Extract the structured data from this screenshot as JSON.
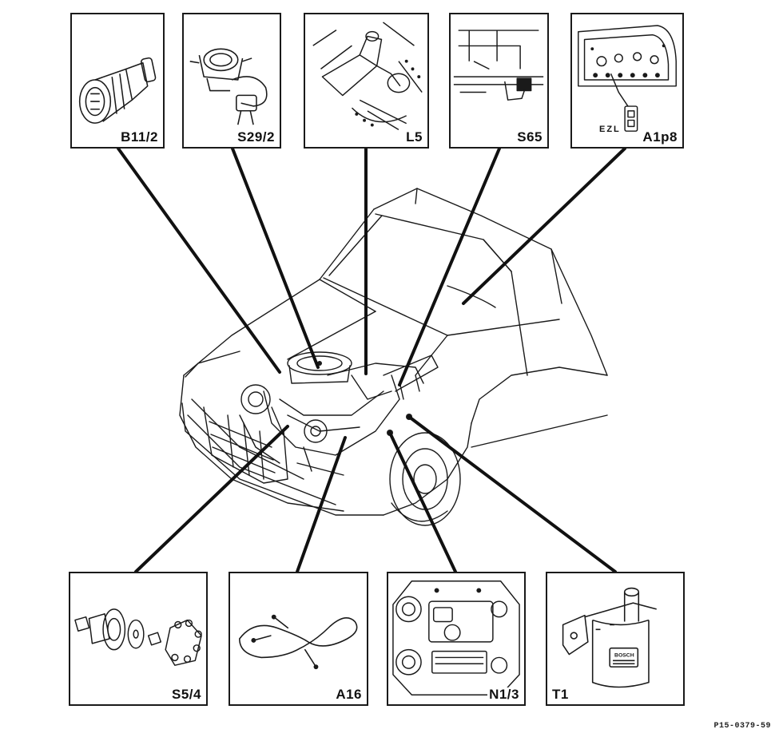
{
  "components_top": [
    {
      "id": "B11/2"
    },
    {
      "id": "S29/2"
    },
    {
      "id": "L5"
    },
    {
      "id": "S65"
    },
    {
      "id": "A1p8"
    }
  ],
  "components_bottom": [
    {
      "id": "S5/4"
    },
    {
      "id": "A16"
    },
    {
      "id": "N1/3"
    },
    {
      "id": "T1"
    }
  ],
  "inset_labels": {
    "ezl": "EZL",
    "bosch": "BOSCH"
  },
  "figure_id": "P15-0379-59",
  "colors": {
    "line": "#1a1a1a",
    "paper": "#ffffff"
  }
}
